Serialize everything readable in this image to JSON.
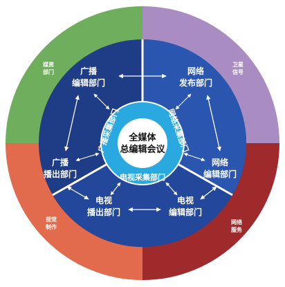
{
  "diagram": {
    "center": {
      "line1": "全媒体",
      "line2": "总编辑会议"
    },
    "middle_ring": {
      "left": "广播采集部门",
      "right": "网络采集部门",
      "bottom": "电视采集部门"
    },
    "departments": {
      "radio_edit": {
        "line1": "广播",
        "line2": "编辑部门"
      },
      "radio_air": {
        "line1": "广播",
        "line2": "播出部门"
      },
      "net_publish": {
        "line1": "网络",
        "line2": "发布部门"
      },
      "net_edit": {
        "line1": "网络",
        "line2": "编辑部门"
      },
      "tv_air": {
        "line1": "电视",
        "line2": "播出部门"
      },
      "tv_edit": {
        "line1": "电视",
        "line2": "编辑部门"
      }
    },
    "outer_ring": {
      "top_left": {
        "line1": "媒资",
        "line2": "部门"
      },
      "top_right": {
        "line1": "卫星",
        "line2": "信号"
      },
      "bottom_left": {
        "line1": "视觉",
        "line2": "制作"
      },
      "bottom_right": {
        "line1": "网络",
        "line2": "服务"
      }
    },
    "colors": {
      "outer_top_left": "#6fae5c",
      "outer_top_right": "#a98cc2",
      "outer_bottom_left": "#e16b4c",
      "outer_bottom_right": "#9e2a2b",
      "inner_dark_blue": "#1f3c86",
      "inner_mid_blue": "#2a56b0",
      "middle_ring": "#2aa8e0",
      "center_fill": "#ffffff"
    }
  }
}
